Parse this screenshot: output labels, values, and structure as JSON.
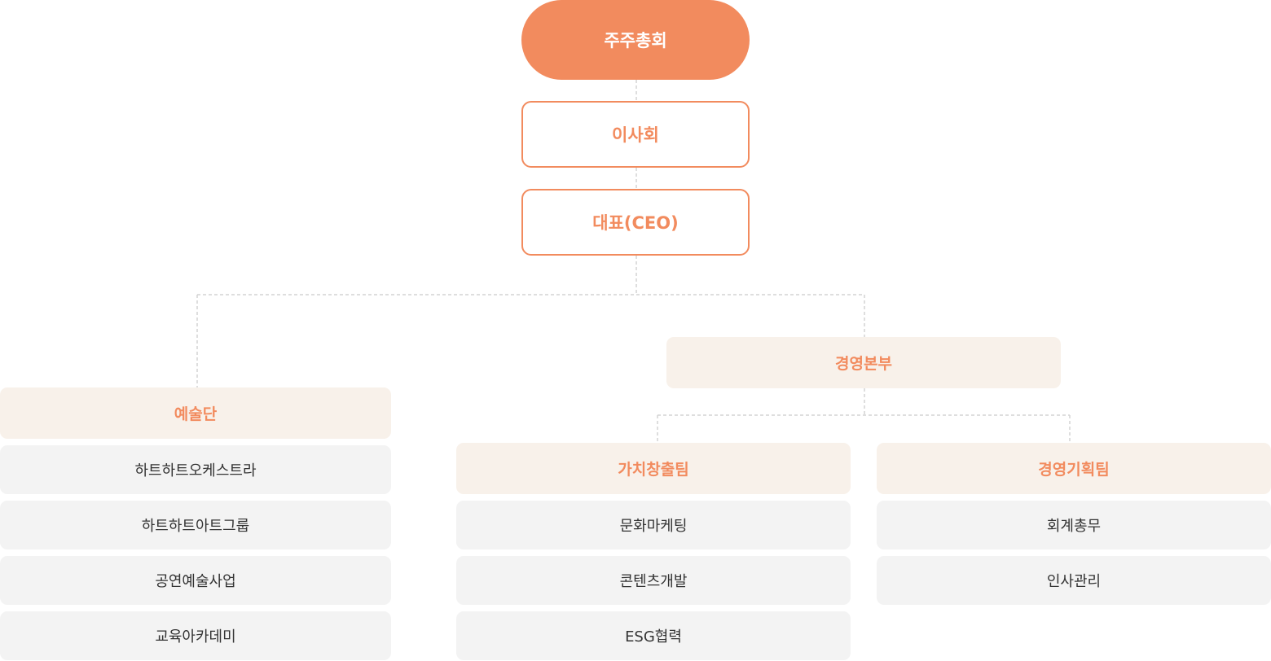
{
  "org": {
    "top": "주주총회",
    "board": "이사회",
    "ceo": "대표(CEO)",
    "arts": {
      "title": "예술단",
      "items": [
        "하트하트오케스트라",
        "하트하트아트그룹",
        "공연예술사업",
        "교육아카데미"
      ]
    },
    "management": {
      "title": "경영본부",
      "value_team": {
        "title": "가치창출팀",
        "items": [
          "문화마케팅",
          "콘텐츠개발",
          "ESG협력"
        ]
      },
      "planning_team": {
        "title": "경영기획팀",
        "items": [
          "회계총무",
          "인사관리"
        ]
      }
    }
  },
  "colors": {
    "accent": "#f28b5e",
    "division_bg": "#f8f1ea",
    "item_bg": "#f3f3f3",
    "connector": "#d3d3d3",
    "item_text": "#333333"
  }
}
